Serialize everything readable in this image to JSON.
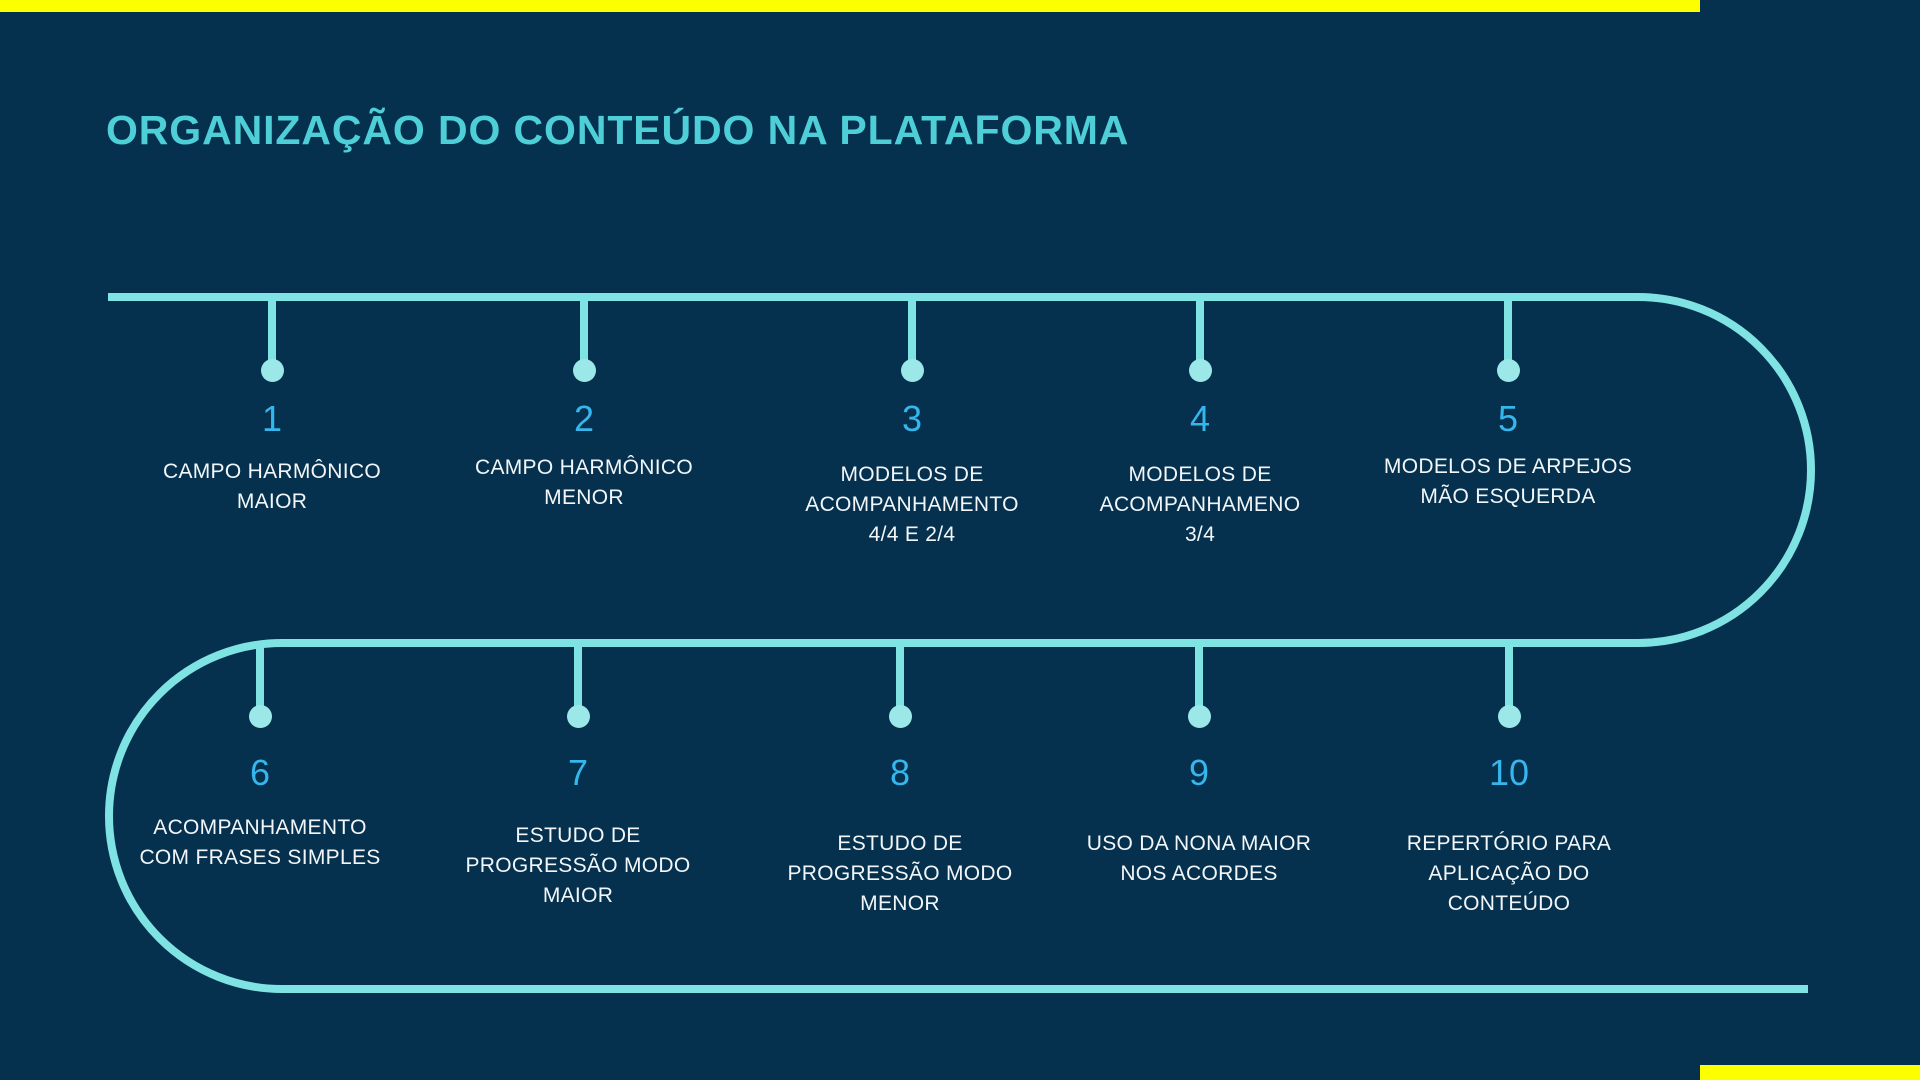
{
  "slide": {
    "background_color": "#05314f",
    "accent_yellow": "#fbff00",
    "accent_cyan": "#4ecfd8",
    "rail_color": "#7fe3e3",
    "number_color": "#35b6ec",
    "label_color": "#f2f6f8"
  },
  "title": "ORGANIZAÇÃO DO CONTEÚDO NA PLATAFORMA",
  "timeline": {
    "top_row": [
      {
        "number": "1",
        "label": "CAMPO HARMÔNICO\nMAIOR"
      },
      {
        "number": "2",
        "label": "CAMPO HARMÔNICO\nMENOR"
      },
      {
        "number": "3",
        "label": "MODELOS DE\nACOMPANHAMENTO\n4/4 E 2/4"
      },
      {
        "number": "4",
        "label": "MODELOS DE\nACOMPANHAMENO\n3/4"
      },
      {
        "number": "5",
        "label": "MODELOS DE ARPEJOS\nMÃO ESQUERDA"
      }
    ],
    "bottom_row": [
      {
        "number": "6",
        "label": "ACOMPANHAMENTO\nCOM FRASES SIMPLES"
      },
      {
        "number": "7",
        "label": "ESTUDO DE\nPROGRESSÃO MODO\nMAIOR"
      },
      {
        "number": "8",
        "label": "ESTUDO DE\nPROGRESSÃO MODO\nMENOR"
      },
      {
        "number": "9",
        "label": "USO DA NONA MAIOR\nNOS ACORDES"
      },
      {
        "number": "10",
        "label": "REPERTÓRIO PARA\nAPLICAÇÃO DO\nCONTEÚDO"
      }
    ]
  }
}
